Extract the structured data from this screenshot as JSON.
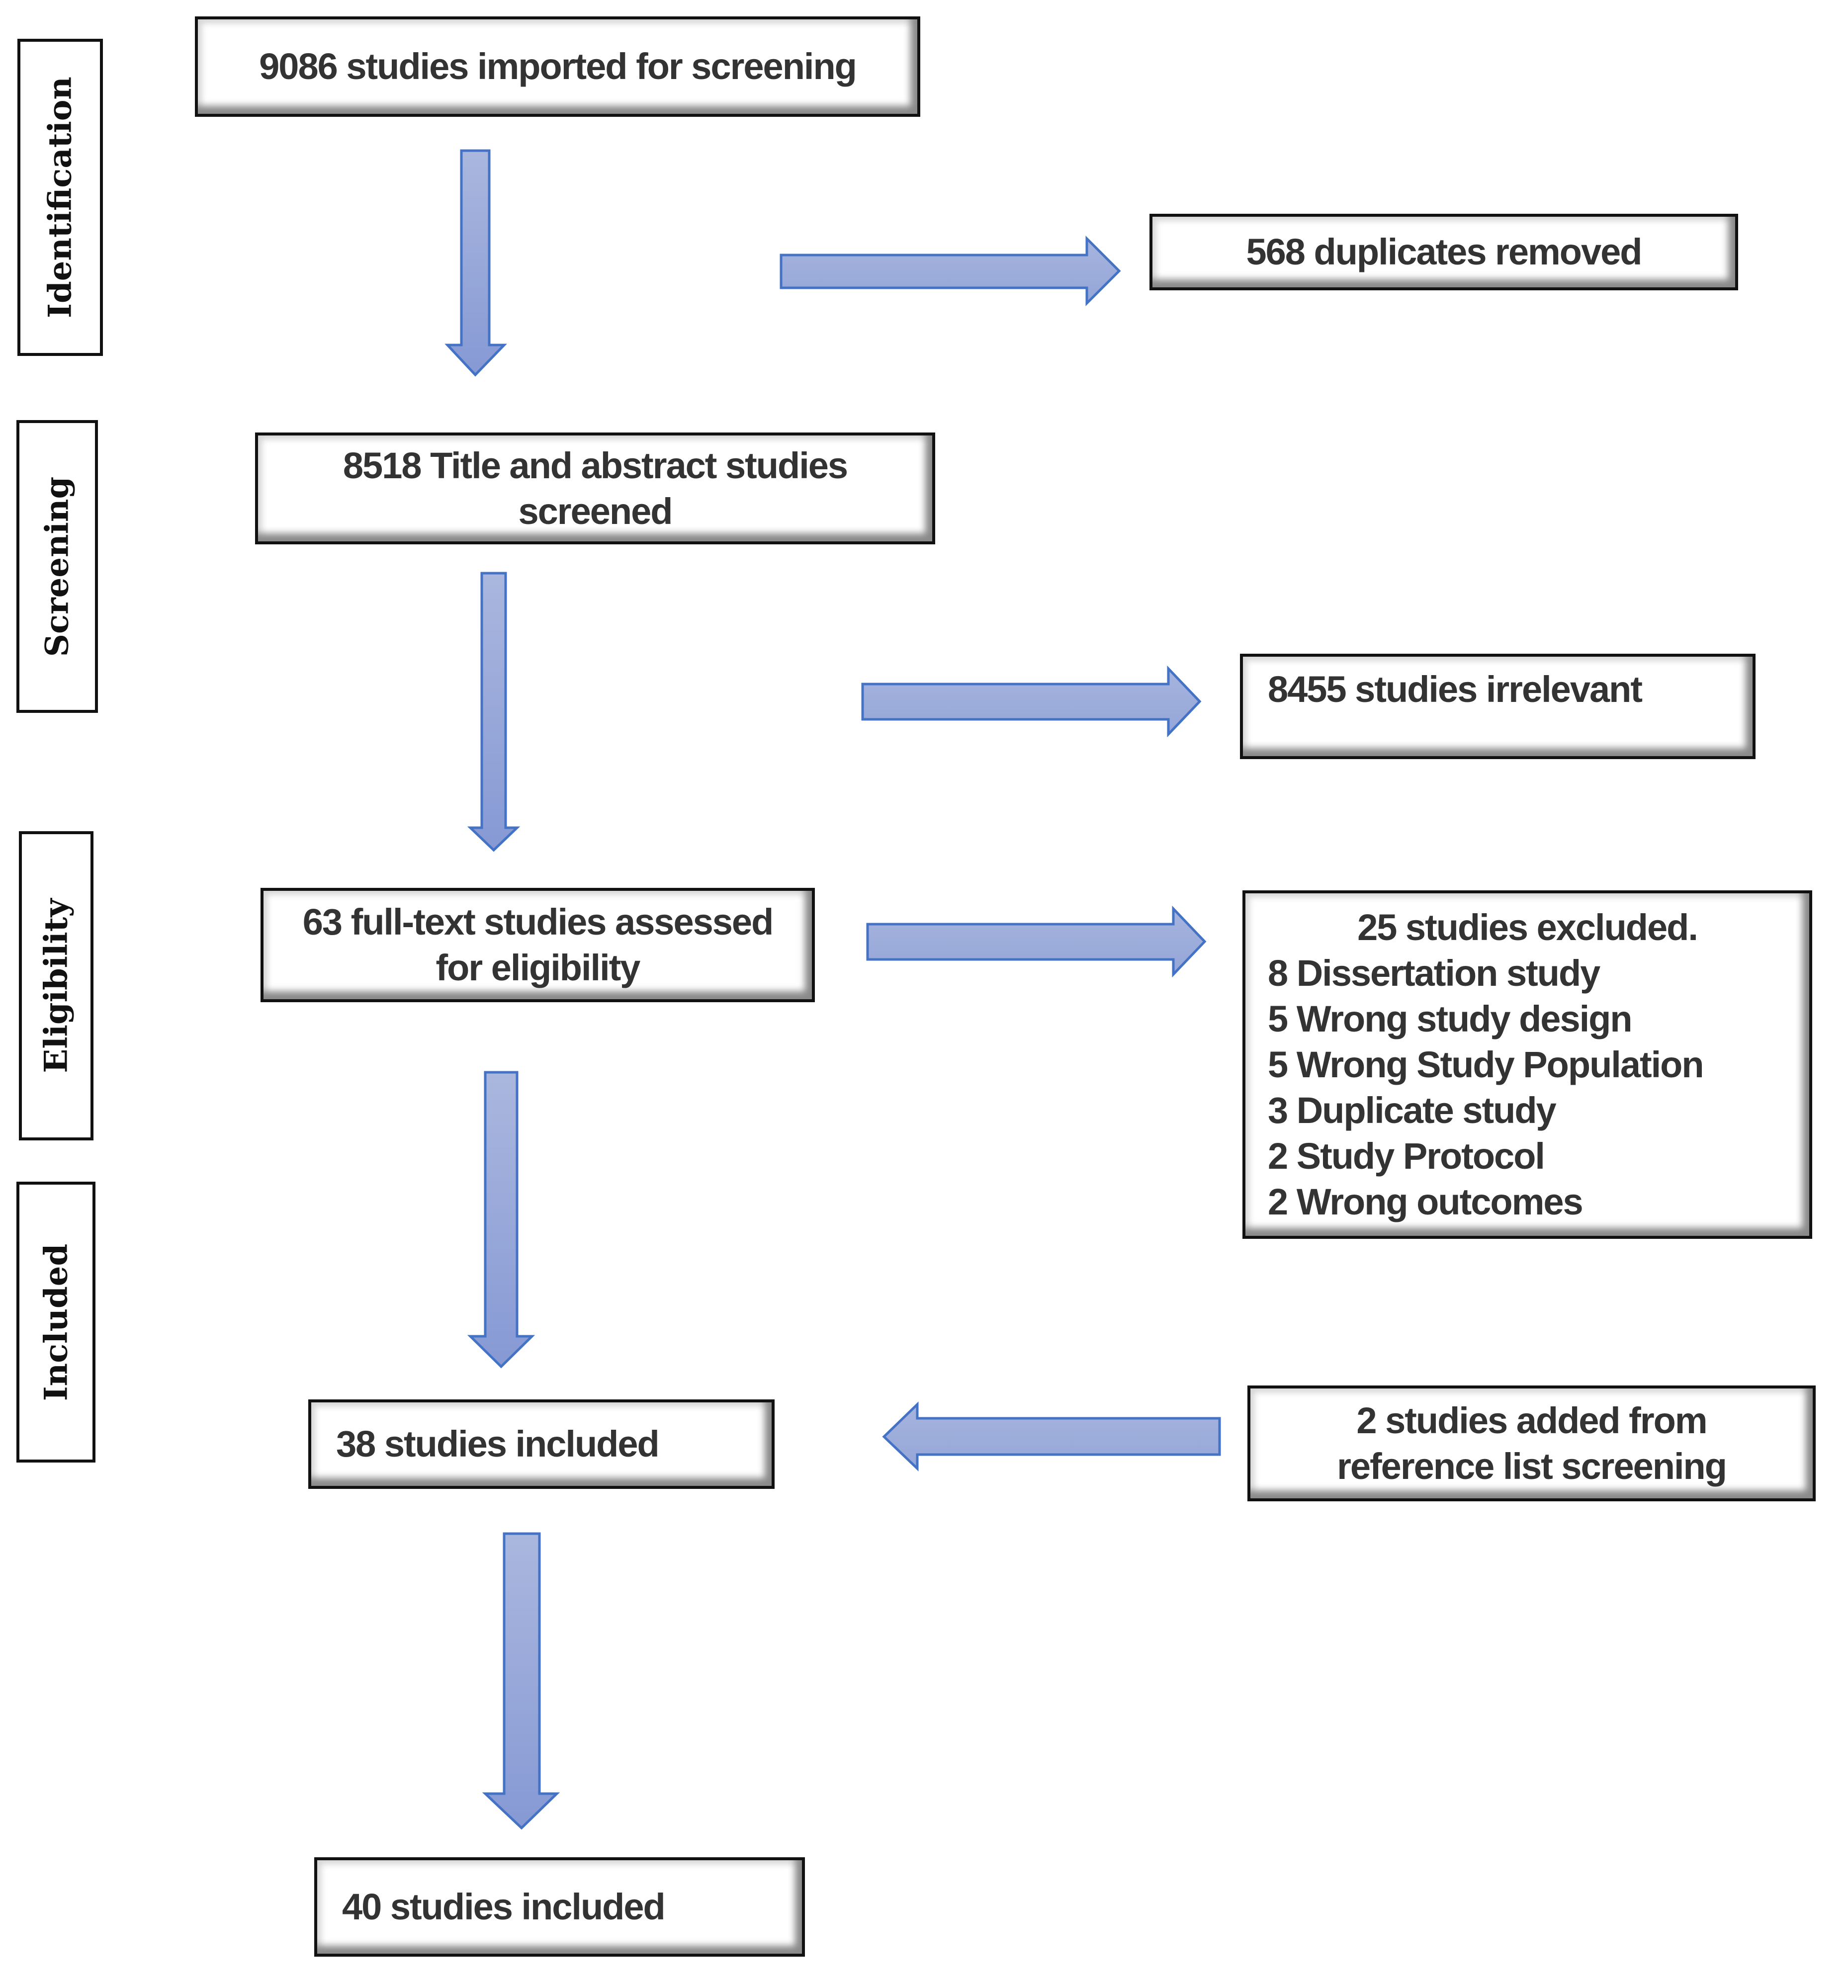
{
  "phases": [
    "Identification",
    "Screening",
    "Eligibility",
    "Included"
  ],
  "boxes": {
    "imported": [
      "9086 studies imported for screening"
    ],
    "duplicates": [
      "568 duplicates removed"
    ],
    "screened": [
      "8518 Title and abstract studies",
      "screened"
    ],
    "irrelevant": [
      "8455 studies irrelevant"
    ],
    "fulltext": [
      "63 full-text studies assessed",
      "for eligibility"
    ],
    "excluded_title": "25 studies excluded.",
    "excluded_reasons": [
      "8 Dissertation study",
      "5 Wrong study design",
      "5 Wrong Study Population",
      "3 Duplicate study",
      "2 Study Protocol",
      "2 Wrong outcomes"
    ],
    "included38": [
      "38 studies included"
    ],
    "added": [
      "2 studies added from",
      "reference list screening"
    ],
    "included40": [
      "40 studies included"
    ]
  },
  "colors": {
    "arrow_fill_top": "#aab7de",
    "arrow_fill_bottom": "#8699d4",
    "arrow_stroke": "#4472c4",
    "text": "#333333"
  }
}
